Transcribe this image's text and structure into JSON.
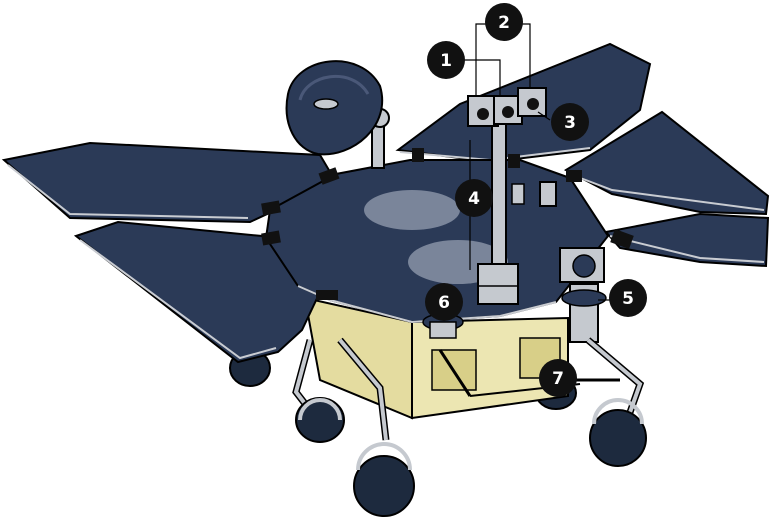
{
  "diagram": {
    "callouts": [
      {
        "id": "callout-1",
        "number": "1"
      },
      {
        "id": "callout-2",
        "number": "2"
      },
      {
        "id": "callout-3",
        "number": "3"
      },
      {
        "id": "callout-4",
        "number": "4"
      },
      {
        "id": "callout-5",
        "number": "5"
      },
      {
        "id": "callout-6",
        "number": "6"
      },
      {
        "id": "callout-7",
        "number": "7"
      }
    ],
    "colors": {
      "panel": "#2b3a57",
      "panel_edge": "#c9ccd2",
      "deck_light": "#7a859a",
      "body": "#ece6b2",
      "body_shade": "#d8cf88",
      "metal": "#c5c9cf",
      "wheel": "#1d2a3e",
      "callout_fill": "#111111"
    }
  }
}
